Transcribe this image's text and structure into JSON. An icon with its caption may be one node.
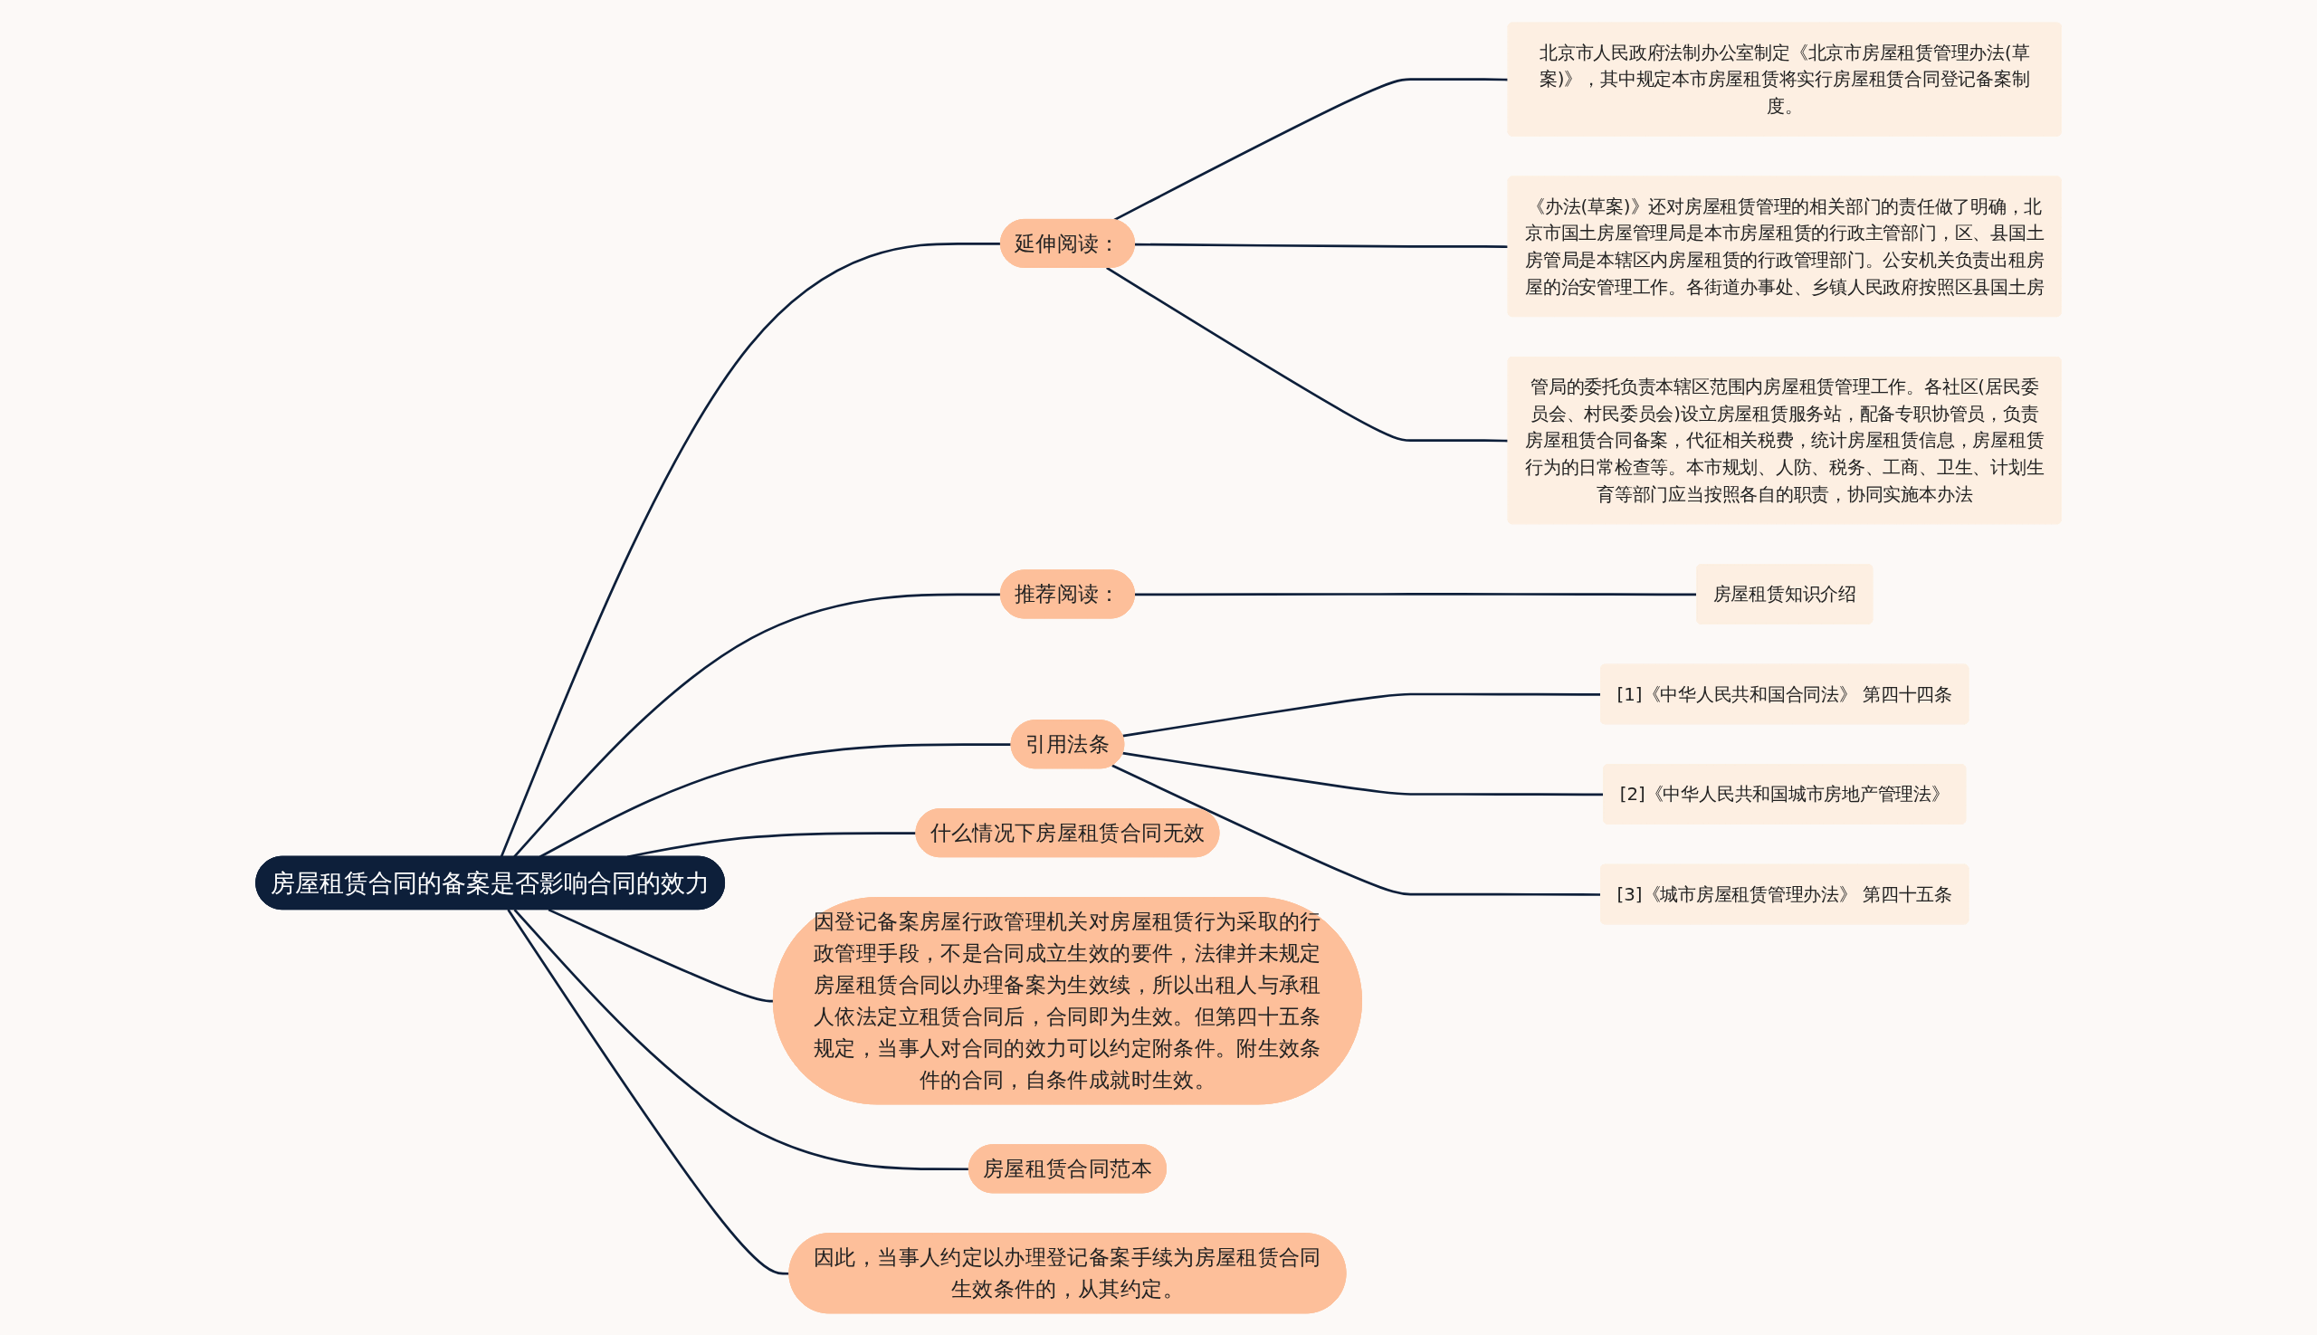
{
  "diagram": {
    "nodes": [
      {
        "text": [
          "房屋租赁合同的备案是否影响合同的效力"
        ]
      },
      {
        "text": [
          "什么情况下房屋租赁合同无效"
        ]
      },
      {
        "text": [
          "因登记备案房屋行政管理机关对房屋租赁行为采取的行政管理手段，不是合同成立生效的要件，法律并未规定房屋租赁合同以办理备案为生效续，所以出租人与承租人依法定立租赁合同后，合同即为生效。但第四十五条规定，当事人对合同的效力可以约定附条件。附生效条件的合同，自条件成就时生效。"
        ]
      },
      {
        "text": [
          "延伸阅读："
        ]
      },
      {
        "text": [
          "北京市人民政府法制办公室制定《北京市房屋租赁管理办法(草案)》，其中规定本市房屋租赁将实行房屋租赁合同登记备案制度。"
        ]
      },
      {
        "text": [
          "《办法(草案)》还对房屋租赁管理的相关部门的责任做了明确，北京市国土房屋管理局是本市房屋租赁的行政主管部门，区、县国土房管局是本辖区内房屋租赁的行政管理部门。公安机关负责出租房屋的治安管理工作。各街道办事处、乡镇人民政府按照区县国土房"
        ]
      },
      {
        "text": [
          "管局的委托负责本辖区范围内房屋租赁管理工作。各社区(居民委员会、村民委员会)设立房屋租赁服务站，配备专职协管员，负责房屋租赁合同备案，代征相关税费，统计房屋租赁信息，房屋租赁行为的日常检查等。本市规划、人防、税务、工商、卫生、计划生育等部门应当按照各自的职责，协同实施本办法"
        ]
      },
      {
        "text": [
          "推荐阅读："
        ]
      },
      {
        "text": [
          "房屋租赁知识介绍"
        ]
      },
      {
        "text": [
          "房屋租赁合同范本"
        ]
      },
      {
        "text": [
          "因此，当事人约定以办理登记备案手续为房屋租赁合同生效条件的，从其约定。"
        ]
      },
      {
        "text": [
          "引用法条"
        ]
      },
      {
        "text": [
          "[1]《中华人民共和国合同法》 第四十四条"
        ]
      },
      {
        "text": [
          "[2]《中华人民共和国城市房地产管理法》"
        ]
      },
      {
        "text": [
          "[3]《城市房屋租赁管理办法》 第四十五条"
        ]
      }
    ],
    "edges": [
      {
        "from": 0,
        "to": 1,
        "arrow": "none"
      },
      {
        "from": 0,
        "to": 2,
        "arrow": "none"
      },
      {
        "from": 0,
        "to": 3,
        "arrow": "none"
      },
      {
        "from": 3,
        "to": 4,
        "arrow": "none"
      },
      {
        "from": 3,
        "to": 5,
        "arrow": "none"
      },
      {
        "from": 3,
        "to": 6,
        "arrow": "none"
      },
      {
        "from": 0,
        "to": 7,
        "arrow": "none"
      },
      {
        "from": 7,
        "to": 8,
        "arrow": "none"
      },
      {
        "from": 0,
        "to": 9,
        "arrow": "none"
      },
      {
        "from": 0,
        "to": 10,
        "arrow": "none"
      },
      {
        "from": 0,
        "to": 11,
        "arrow": "none"
      },
      {
        "from": 11,
        "to": 12,
        "arrow": "none"
      },
      {
        "from": 11,
        "to": 13,
        "arrow": "none"
      },
      {
        "from": 11,
        "to": 14,
        "arrow": "none"
      }
    ]
  }
}
